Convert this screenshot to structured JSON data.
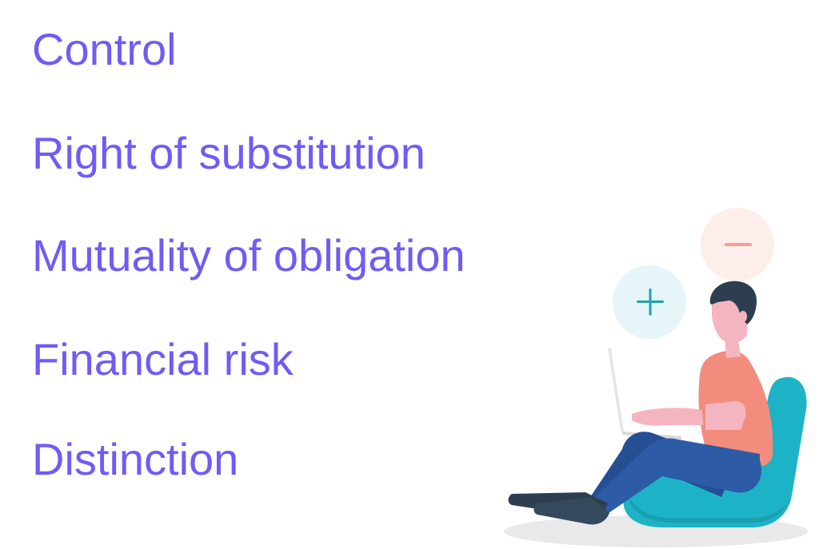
{
  "terms": [
    "Control",
    "Right of substitution",
    "Mutuality of obligation",
    "Financial risk",
    "Distinction"
  ],
  "colors": {
    "text": "#6f5cf6",
    "plus_bubble": "#e6f5f8",
    "plus_sign": "#1fa3ad",
    "minus_bubble": "#fdeeec",
    "minus_sign": "#f2a193",
    "seat": "#1db3c6",
    "shirt": "#f28d7d",
    "trousers": "#2d5ba6",
    "hair": "#2c3e50",
    "skin": "#f5b5c0",
    "shoes": "#2c3e50",
    "shadow": "#e9e9e9"
  },
  "illustration": {
    "subject": "person-with-laptop",
    "icons": [
      "plus-icon",
      "minus-icon"
    ]
  }
}
